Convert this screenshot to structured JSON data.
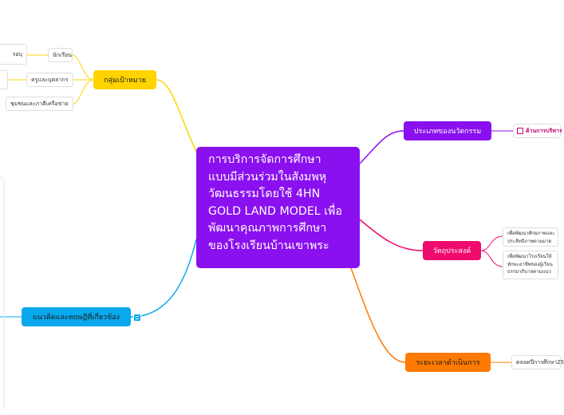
{
  "central": {
    "lines": [
      "การบริการจัดการศึกษา",
      "แบบมีส่วนร่วมในสังมพหุ",
      "วัฒนธรรมโดยใช้ 4HN",
      "GOLD LAND MODEL เพื่อ",
      "พัฒนาคุณภาพการศึกษา",
      "ของโรงเรียนบ้านเขาพระ"
    ]
  },
  "topics": {
    "target_group": "กลุ่มเป้าหมาย",
    "activity_types": "ประเภทของนวัตกรรม",
    "objectives": "วัตถุประสงค์",
    "duration": "ระยะเวลาดำเนินการ",
    "theories": "แนวคิดและทฤษฎีที่เกี่ยวข้อง"
  },
  "subtopics": {
    "students": "นักเรียน",
    "teachers": "ครูและบุคลากร",
    "community": "ชุมชนและภาคีเครือข่าย",
    "partial_top": "รอบุ",
    "admin": "ด้านการบริหาร",
    "objective_1_lines": [
      "เพื่อพัฒนาศักยภาพและ",
      "ประสิทธิภาพตามมาต"
    ],
    "objective_2_lines": [
      "เพื่อพัฒนาโรงเรียนให้",
      "ทักษะอาชีพของผู้เรียน",
      "ธรรมาภิบาลตามแนว"
    ],
    "duration_value": "ตลอดปีการศึกษา25"
  },
  "colors": {
    "central": "#8a10f0",
    "target_group": "#ffd400",
    "activity_types": "#8a10f0",
    "objectives": "#ef0b6e",
    "duration": "#ff7a00",
    "theories": "#0aa8ec"
  },
  "icons": {
    "admin_checkbox": "checkbox-icon",
    "notes_badge": "notes-icon"
  }
}
